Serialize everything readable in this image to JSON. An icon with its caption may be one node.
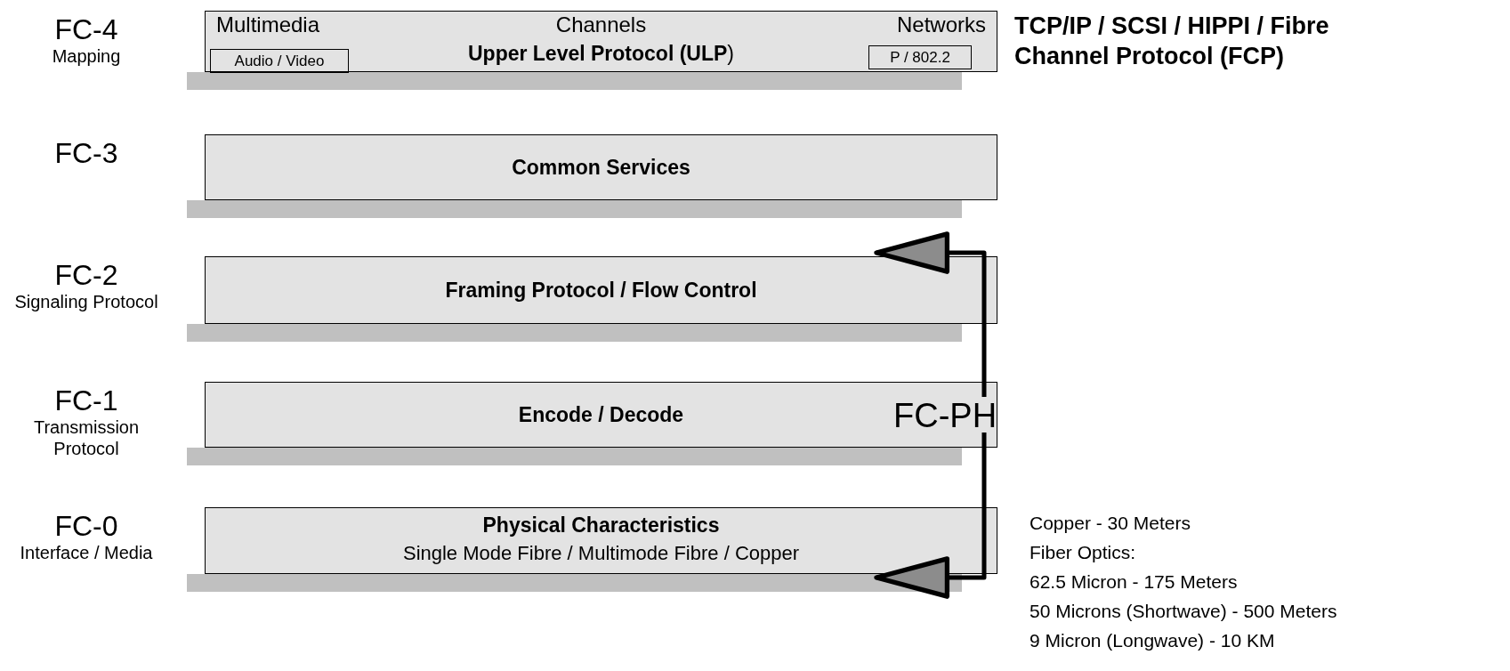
{
  "diagram": {
    "nodes": [
      {
        "text": [
          "Multimedia",
          "Channels",
          "Networks",
          "**Upper Level Protocol (ULP**)"
        ],
        "beside": [
          "FC-4",
          "Mapping"
        ]
      },
      {
        "text": [
          "Audio / Video"
        ],
        "in": 0
      },
      {
        "text": [
          "P / 802.2"
        ],
        "in": 0
      },
      {
        "text": [
          "Common Services"
        ],
        "beside": [
          "FC-3"
        ]
      },
      {
        "text": [
          "Framing Protocol / Flow Control"
        ],
        "beside": [
          "FC-2",
          "Signaling Protocol"
        ]
      },
      {
        "text": [
          "Encode / Decode"
        ],
        "beside": [
          "FC-1",
          "Transmission Protocol"
        ]
      },
      {
        "text": [
          "FC-PH"
        ],
        "in": 5
      },
      {
        "text": [
          "Physical Characteristics",
          "Single Mode Fibre / Multimode Fibre / Copper"
        ],
        "beside": [
          "FC-0",
          "Interface / Media"
        ]
      }
    ],
    "edges": [
      {
        "from": 6,
        "to": 4,
        "arrow": "to"
      },
      {
        "from": 6,
        "to": 7,
        "arrow": "to"
      }
    ],
    "labels": [
      "TCP/IP / SCSI / HIPPI / Fibre Channel Protocol (FCP)",
      "Copper - 30 Meters",
      "Fiber Optics:",
      "62.5 Micron - 175 Meters",
      "50 Microns (Shortwave) - 500 Meters",
      "9 Micron (Longwave) - 10 KM"
    ]
  }
}
